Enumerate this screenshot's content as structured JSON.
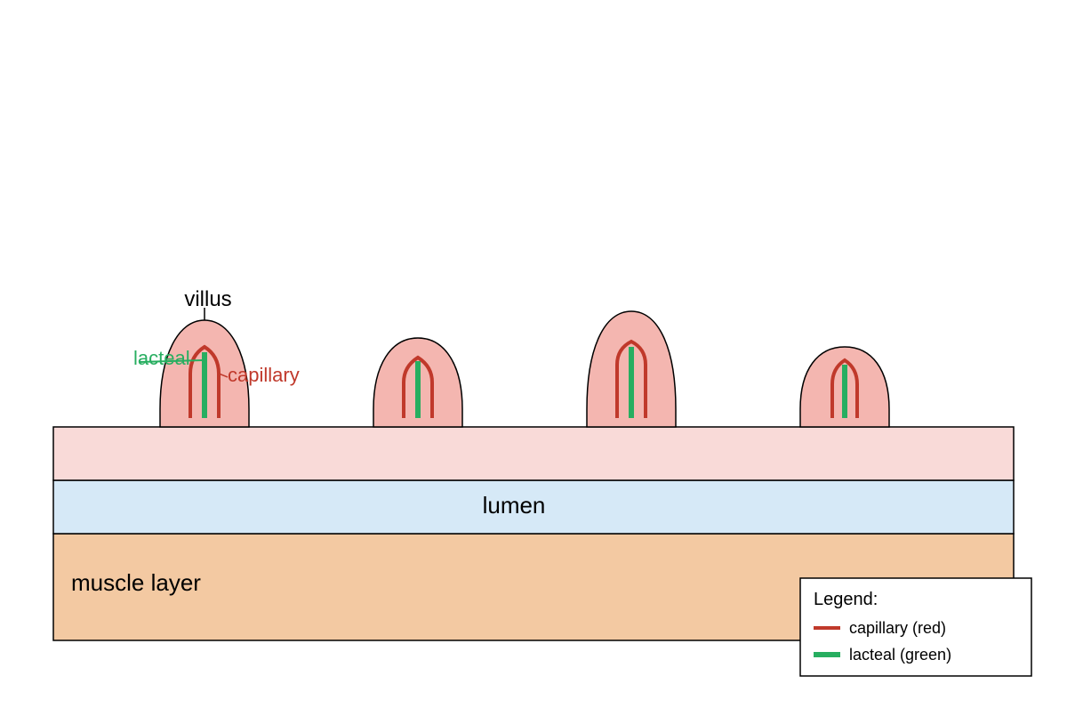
{
  "labels": {
    "villus": "villus",
    "lacteal": "lacteal",
    "capillary": "capillary",
    "lumen": "lumen",
    "muscle_layer": "muscle layer"
  },
  "legend": {
    "title": "Legend:",
    "items": [
      {
        "label": "capillary (red)",
        "color": "#c0392b"
      },
      {
        "label": "lacteal (green)",
        "color": "#27ae60"
      }
    ]
  },
  "colors": {
    "villus_fill": "#f4b6b0",
    "mucosa_fill": "#f9dad8",
    "lumen_fill": "#d6e9f7",
    "muscle_fill": "#f3c9a2",
    "capillary": "#c0392b",
    "lacteal": "#27ae60",
    "outline": "#000000"
  },
  "villi_count": 4
}
